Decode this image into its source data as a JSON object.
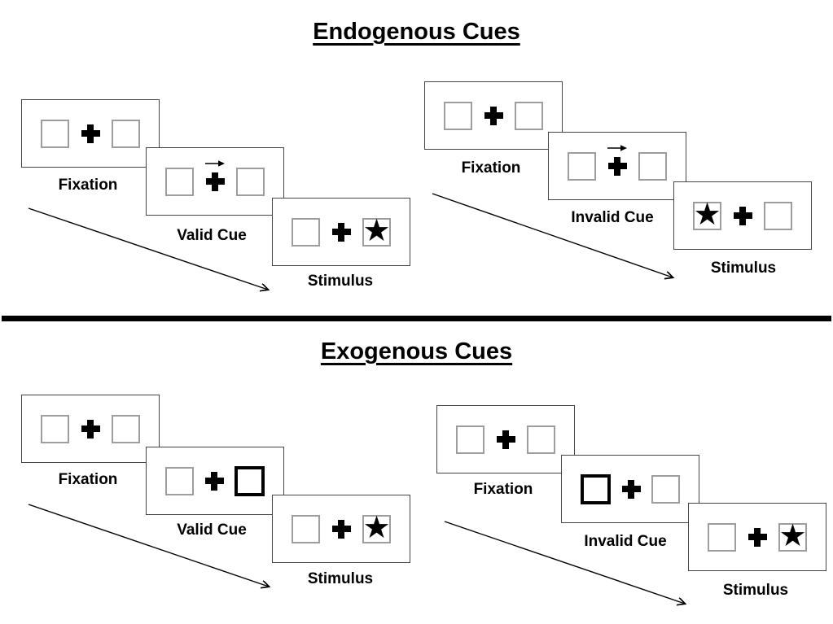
{
  "titles": {
    "endogenous": "Endogenous Cues",
    "exogenous": "Exogenous Cues"
  },
  "symbols": {
    "star": "★"
  },
  "colors": {
    "ink": "#000000",
    "card_border": "#454545",
    "square_border": "#9d9d9d",
    "divider": "#000000",
    "background": "#ffffff"
  },
  "panels": [
    {
      "name": "endogenous-valid",
      "fixation_label": "Fixation",
      "cue_label": "Valid Cue",
      "stimulus_label": "Stimulus",
      "cue_type": "central-arrow",
      "cue_direction": "right",
      "stimulus_side": "right"
    },
    {
      "name": "endogenous-invalid",
      "fixation_label": "Fixation",
      "cue_label": "Invalid Cue",
      "stimulus_label": "Stimulus",
      "cue_type": "central-arrow",
      "cue_direction": "right",
      "stimulus_side": "left"
    },
    {
      "name": "exogenous-valid",
      "fixation_label": "Fixation",
      "cue_label": "Valid Cue",
      "stimulus_label": "Stimulus",
      "cue_type": "peripheral-box",
      "cue_side": "right",
      "stimulus_side": "right"
    },
    {
      "name": "exogenous-invalid",
      "fixation_label": "Fixation",
      "cue_label": "Invalid Cue",
      "stimulus_label": "Stimulus",
      "cue_type": "peripheral-box",
      "cue_side": "left",
      "stimulus_side": "right"
    }
  ]
}
